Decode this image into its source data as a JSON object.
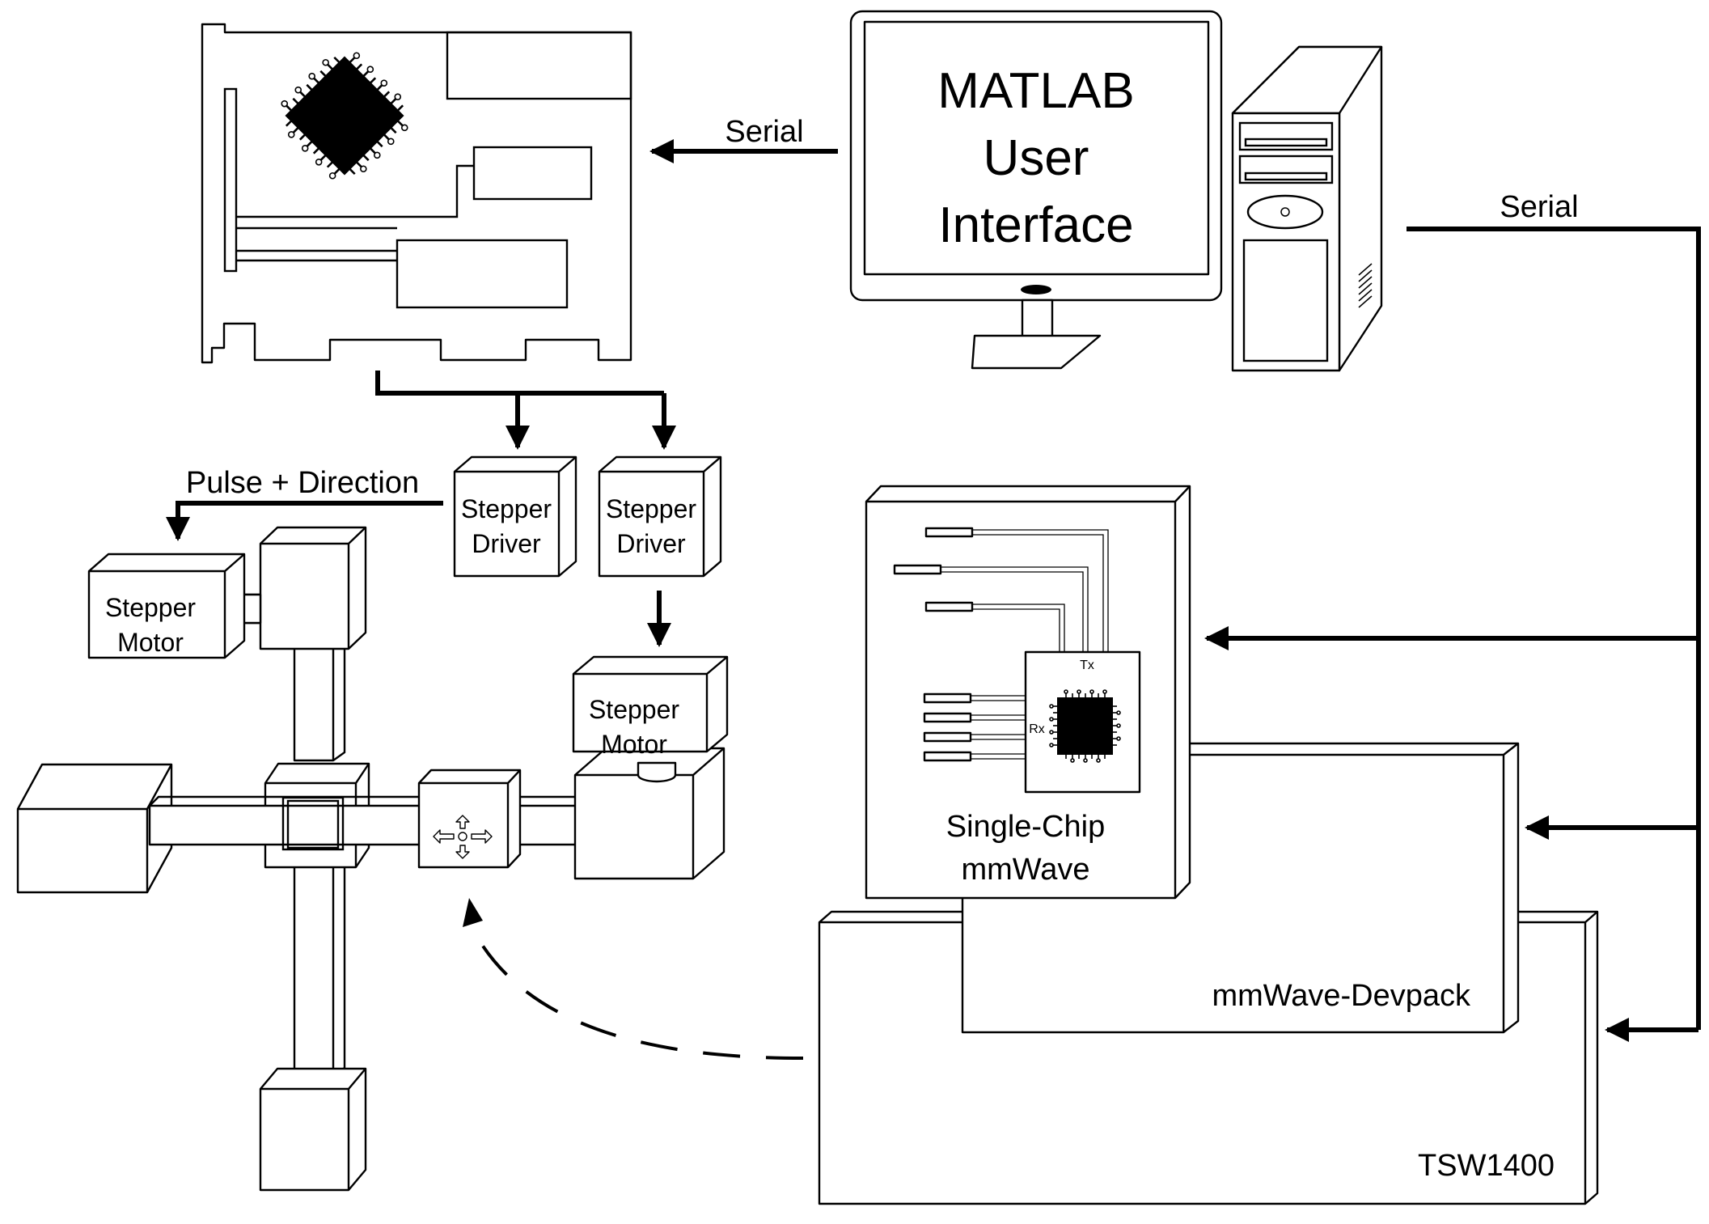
{
  "monitor": {
    "line1": "MATLAB",
    "line2": "User",
    "line3": "Interface"
  },
  "links": {
    "serial_to_board": "Serial",
    "serial_to_radar": "Serial",
    "pulse_direction": "Pulse + Direction"
  },
  "drivers": [
    {
      "line1": "Stepper",
      "line2": "Driver"
    },
    {
      "line1": "Stepper",
      "line2": "Driver"
    }
  ],
  "motors": [
    {
      "line1": "Stepper",
      "line2": "Motor"
    },
    {
      "line1": "Stepper",
      "line2": "Motor"
    }
  ],
  "radar": {
    "tx": "Tx",
    "rx": "Rx",
    "title_line1": "Single-Chip",
    "title_line2": "mmWave"
  },
  "devpack": "mmWave-Devpack",
  "capture_board": "TSW1400"
}
